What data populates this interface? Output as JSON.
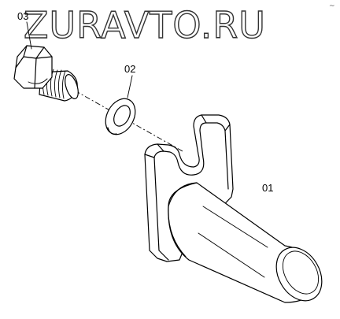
{
  "watermark": {
    "text": "ZURAVTO.RU"
  },
  "corner_mark": "~",
  "parts": [
    {
      "id": "bolt",
      "label": "03"
    },
    {
      "id": "washer",
      "label": "02"
    },
    {
      "id": "pin",
      "label": "01"
    }
  ]
}
